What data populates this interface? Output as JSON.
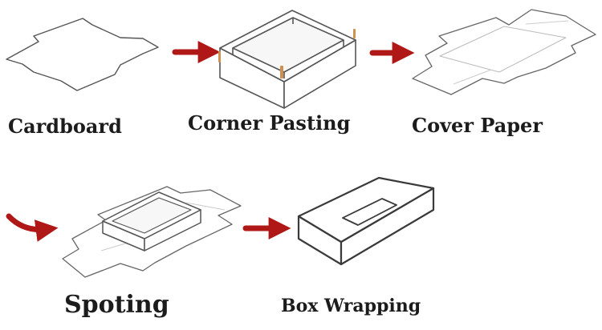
{
  "steps": [
    {
      "label": "Cardboard"
    },
    {
      "label": "Corner Pasting"
    },
    {
      "label": "Cover Paper"
    },
    {
      "label": "Spoting"
    },
    {
      "label": "Box Wrapping"
    }
  ],
  "colors": {
    "outline": "#555555",
    "outline_dark": "#3a3a3a",
    "arrow": "#b01818",
    "paper": "#ffffff",
    "corner_tape": "#d09050",
    "label": "#1c1c1c"
  }
}
